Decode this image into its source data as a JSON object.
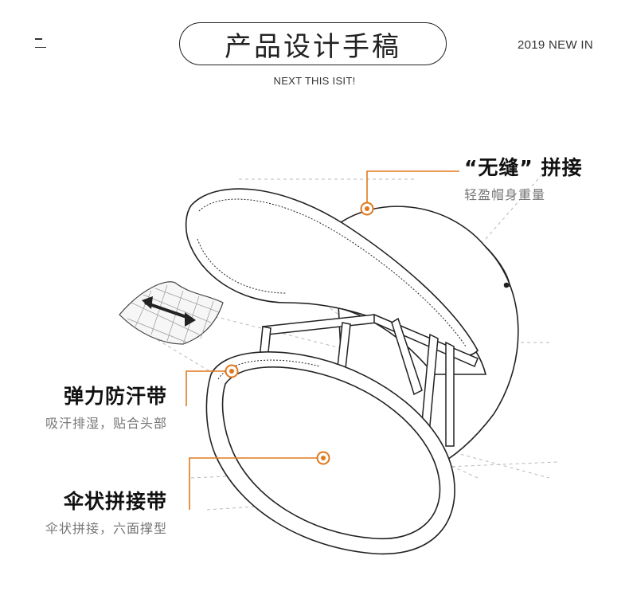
{
  "header": {
    "menu_icon": "menu-icon",
    "title": "产品设计手稿",
    "tag": "2019 NEW IN",
    "subtitle": "NEXT THIS ISIT!"
  },
  "callouts": [
    {
      "title": "“无缝” 拼接",
      "desc": "轻盈帽身重量"
    },
    {
      "title": "弹力防汗带",
      "desc": "吸汗排湿，贴合头部"
    },
    {
      "title": "伞状拼接带",
      "desc": "伞状拼接，六面撑型"
    }
  ],
  "colors": {
    "accent": "#e0781e",
    "line": "#222222",
    "guide": "#bbbbbb"
  }
}
